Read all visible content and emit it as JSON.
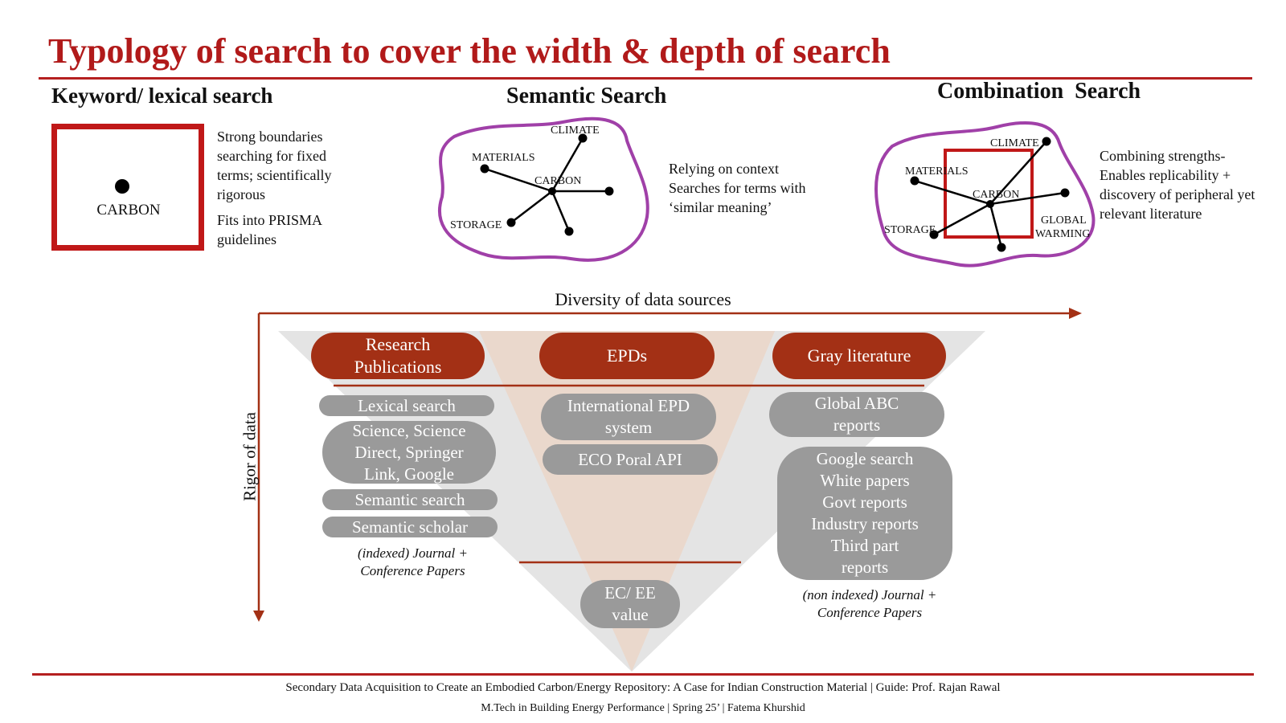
{
  "title": "Typology of search to cover the width & depth of search",
  "keyword": {
    "heading": "Keyword/ lexical search",
    "center_label": "CARBON",
    "desc1": "Strong boundaries searching for fixed terms; scientifically rigorous",
    "desc2": "Fits into PRISMA guidelines"
  },
  "semantic": {
    "heading": "Semantic Search",
    "labels": {
      "climate": "CLIMATE",
      "materials": "MATERIALS",
      "carbon": "CARBON",
      "storage": "STORAGE"
    },
    "desc": "Relying on context Searches for terms with ‘similar meaning’"
  },
  "combination": {
    "heading": "Combination  Search",
    "labels": {
      "climate": "CLIMATE",
      "materials": "MATERIALS",
      "carbon": "CARBON",
      "storage": "STORAGE",
      "global": "GLOBAL",
      "warming": "WARMING"
    },
    "desc": "Combining strengths- Enables replicability + discovery of peripheral yet relevant literature"
  },
  "axes": {
    "x_label": "Diversity of data sources",
    "y_label": "Rigor of data"
  },
  "columns": {
    "research": {
      "head": "Research Publications",
      "items": [
        "Lexical search",
        "Science, Science Direct, Springer Link, Google",
        "Semantic search",
        "Semantic scholar"
      ],
      "note": "(indexed) Journal + Conference Papers"
    },
    "epd": {
      "head": "EPDs",
      "items": [
        "International EPD system",
        "ECO Poral API"
      ]
    },
    "gray": {
      "head": "Gray literature",
      "items": [
        "Global ABC reports",
        "Google search White papers Govt reports Industry reports Third part reports"
      ],
      "note": "(non indexed) Journal + Conference Papers"
    }
  },
  "bottom_value": "EC/ EE value",
  "footer": {
    "line1": "Secondary Data Acquisition to Create an Embodied Carbon/Energy Repository: A Case for Indian Construction Material | Guide: Prof. Rajan Rawal",
    "line2": "M.Tech in Building Energy Performance | Spring  25’ |  Fatema Khurshid"
  },
  "colors": {
    "title_red": "#b11a1a",
    "pill_head": "#a33015",
    "pill_grey": "#9a9a9a",
    "boundary_purple": "#a040a8",
    "box_red": "#c01818"
  }
}
